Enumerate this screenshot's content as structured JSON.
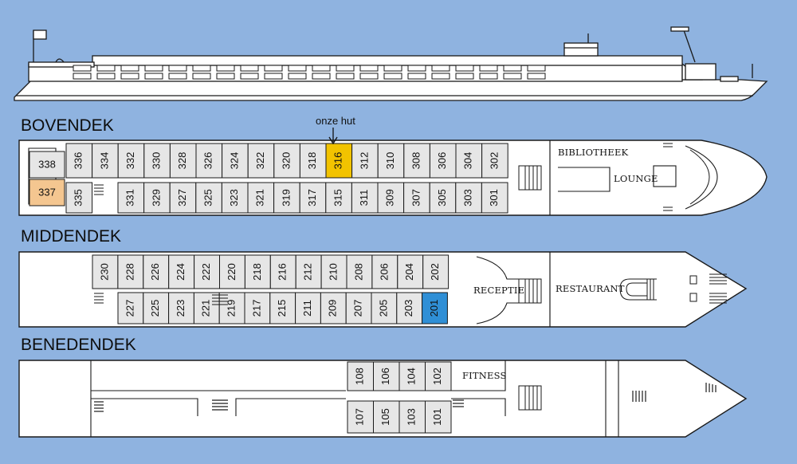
{
  "colors": {
    "background": "#8fb3e0",
    "hull": "#ffffff",
    "cabin": "#e6e6e6",
    "highlight_own_cabin": "#f2c300",
    "highlight_orange": "#f4c690",
    "highlight_blue": "#2f8fd6",
    "line": "#1a1a1a"
  },
  "annotation": {
    "label": "onze hut",
    "target": "316"
  },
  "decks": [
    {
      "key": "boven",
      "title": "BOVENDEK",
      "rooms": [
        "BIBLIOTHEEK",
        "LOUNGE"
      ],
      "top_row": [
        "336",
        "334",
        "332",
        "330",
        "328",
        "326",
        "324",
        "322",
        "320",
        "318",
        "316",
        "312",
        "310",
        "308",
        "306",
        "304",
        "302"
      ],
      "bottom_row": [
        "335",
        "331",
        "329",
        "327",
        "325",
        "323",
        "321",
        "319",
        "317",
        "315",
        "311",
        "309",
        "307",
        "305",
        "303",
        "301"
      ],
      "stern_cabins": [
        "338",
        "337"
      ]
    },
    {
      "key": "midden",
      "title": "MIDDENDEK",
      "rooms": [
        "RECEPTIE",
        "RESTAURANT"
      ],
      "top_row": [
        "230",
        "228",
        "226",
        "224",
        "222",
        "220",
        "218",
        "216",
        "212",
        "210",
        "208",
        "206",
        "204",
        "202"
      ],
      "bottom_row": [
        "227",
        "225",
        "223",
        "221",
        "219",
        "217",
        "215",
        "211",
        "209",
        "207",
        "205",
        "203",
        "201"
      ]
    },
    {
      "key": "beneden",
      "title": "BENEDENDEK",
      "rooms": [
        "FITNESS"
      ],
      "top_row": [
        "108",
        "106",
        "104",
        "102"
      ],
      "bottom_row": [
        "107",
        "105",
        "103",
        "101"
      ]
    }
  ]
}
